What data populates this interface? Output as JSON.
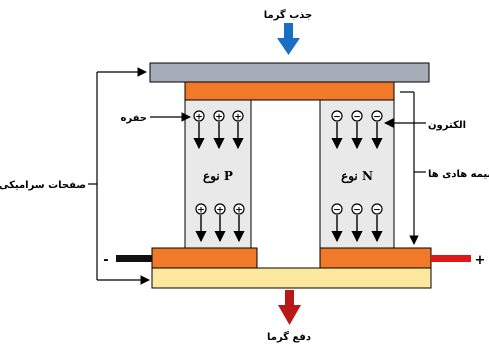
{
  "labels": {
    "heat_absorb": "جذب گرما",
    "heat_release": "دفع گرما",
    "hole": "حفره",
    "electron": "الکترون",
    "ceramic_plates": "صفحات سرامیکی",
    "semiconductors": "نیمه هادی ها",
    "p_type": "نوع P",
    "n_type": "نوع N",
    "negative_terminal": "-",
    "positive_terminal": "+"
  },
  "carriers": {
    "hole_symbol": "+",
    "electron_symbol": "−"
  },
  "colors": {
    "top_plate": "#a5adb8",
    "bottom_plate": "#fde8a0",
    "conductor": "#f07a2a",
    "semiconductor": "#e9e9e9",
    "absorb_arrow": "#1a6fc4",
    "release_arrow": "#b81818",
    "positive_wire": "#e01818",
    "negative_wire": "#111111"
  },
  "icons": {
    "heat_absorb": "arrow-down-icon",
    "heat_release": "arrow-down-icon",
    "hole": "plus-circle-icon",
    "electron": "minus-circle-icon"
  }
}
